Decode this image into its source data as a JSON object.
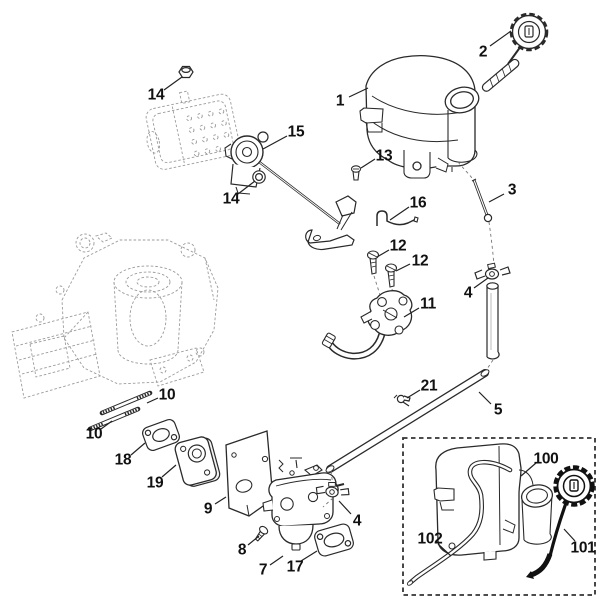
{
  "diagram": {
    "type": "exploded-parts-diagram",
    "description": "Engine fuel tank, carburetor and muffler exploded parts view with numbered callouts and detail inset",
    "background": "#ffffff",
    "colors": {
      "line": "#2a2a2a",
      "ghost": "#9b9b9b",
      "label": "#111111",
      "inset_border": "#333333"
    },
    "part_numbers_visible": [
      "1",
      "2",
      "3",
      "4",
      "5",
      "7",
      "8",
      "9",
      "10",
      "11",
      "12",
      "13",
      "14",
      "15",
      "16",
      "17",
      "18",
      "19",
      "21",
      "100",
      "101",
      "102"
    ]
  },
  "callouts": [
    {
      "label": "1"
    },
    {
      "label": "2"
    },
    {
      "label": "3"
    },
    {
      "label": "4"
    },
    {
      "label": "4"
    },
    {
      "label": "5"
    },
    {
      "label": "7"
    },
    {
      "label": "8"
    },
    {
      "label": "9"
    },
    {
      "label": "10"
    },
    {
      "label": "10"
    },
    {
      "label": "11"
    },
    {
      "label": "12"
    },
    {
      "label": "12"
    },
    {
      "label": "13"
    },
    {
      "label": "14"
    },
    {
      "label": "14"
    },
    {
      "label": "15"
    },
    {
      "label": "16"
    },
    {
      "label": "17"
    },
    {
      "label": "18"
    },
    {
      "label": "19"
    },
    {
      "label": "21"
    },
    {
      "label": "100"
    },
    {
      "label": "101"
    },
    {
      "label": "102"
    }
  ]
}
